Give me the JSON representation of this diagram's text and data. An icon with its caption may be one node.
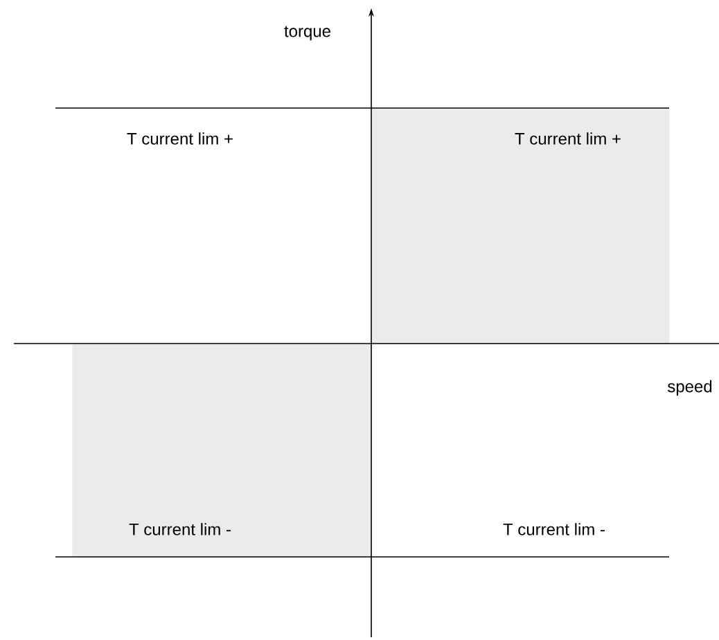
{
  "diagram": {
    "nodes": [
      {
        "text": [
          "T current lim +"
        ]
      },
      {
        "text": [
          "T current lim -"
        ]
      }
    ],
    "labels": [
      "torque",
      "T current lim +",
      "speed",
      "T current lim -"
    ]
  }
}
